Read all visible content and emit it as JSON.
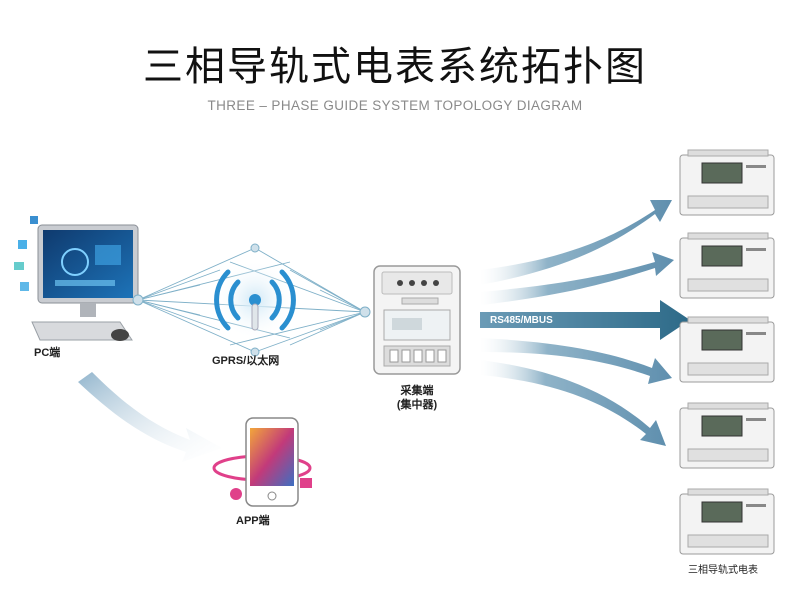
{
  "title": "三相导轨式电表系统拓扑图",
  "subtitle": "THREE – PHASE GUIDE SYSTEM TOPOLOGY DIAGRAM",
  "nodes": {
    "pc": {
      "label": "PC端"
    },
    "network": {
      "label": "GPRS/以太网"
    },
    "concentrator": {
      "label_line1": "采集端",
      "label_line2": "(集中器)"
    },
    "app": {
      "label": "APP端"
    },
    "meters": {
      "label": "三相导轨式电表",
      "count": 5
    }
  },
  "links": {
    "bus": {
      "label": "RS485/MBUS"
    }
  },
  "colors": {
    "arrow": "#5f8fae",
    "arrow_dark": "#2d6a88",
    "network_line": "#7fb0c8",
    "wifi": "#2a8fd0"
  }
}
